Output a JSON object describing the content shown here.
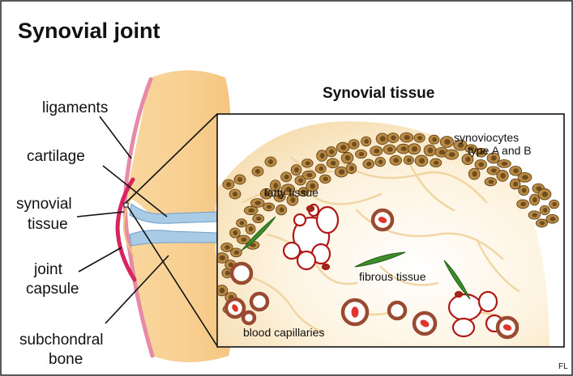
{
  "title": "Synovial joint",
  "inset_title": "Synovial tissue",
  "labels": {
    "ligaments": "ligaments",
    "cartilage": "cartilage",
    "synovial_1": "synovial",
    "synovial_2": "tissue",
    "capsule_1": "joint",
    "capsule_2": "capsule",
    "bone_1": "subchondral",
    "bone_2": "bone"
  },
  "inset_labels": {
    "synoviocytes_1": "synoviocytes",
    "synoviocytes_2": "type A and B",
    "fatty": "fatty tissue",
    "fibrous": "fibrous tissue",
    "capillaries": "blood capillaries"
  },
  "credit": "FL",
  "colors": {
    "bone": "#f8cf91",
    "bone_light": "#fde8c6",
    "cartilage": "#a9cbe6",
    "ligament": "#e45f86",
    "capsule": "#d7265d",
    "synoviocyte": "#b88a44",
    "synoviocyte_nucleus": "#6e4c1e",
    "fat_cell": "#b01818",
    "fibroblast": "#3d8d2a",
    "red_blood_cell": "#e0342c",
    "fibre": "#f1d6a4"
  }
}
